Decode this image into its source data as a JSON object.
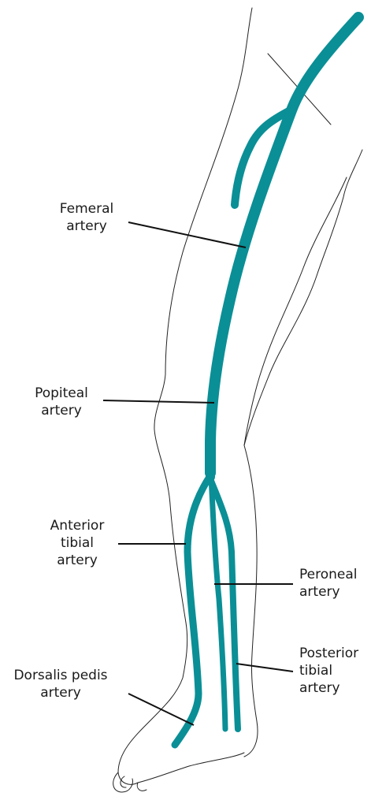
{
  "colors": {
    "artery": "#0A8F96",
    "outline": "#222222",
    "leader": "#111111"
  },
  "labels": {
    "femeral": {
      "line1": "Femeral",
      "line2": "artery"
    },
    "popiteal": {
      "line1": "Popiteal",
      "line2": "artery"
    },
    "anterior_tibial": {
      "line1": "Anterior",
      "line2": "tibial",
      "line3": "artery"
    },
    "peroneal": {
      "line1": "Peroneal",
      "line2": "artery"
    },
    "posterior_tibial": {
      "line1": "Posterior",
      "line2": "tibial",
      "line3": "artery"
    },
    "dorsalis_pedis": {
      "line1": "Dorsalis pedis",
      "line2": "artery"
    }
  }
}
